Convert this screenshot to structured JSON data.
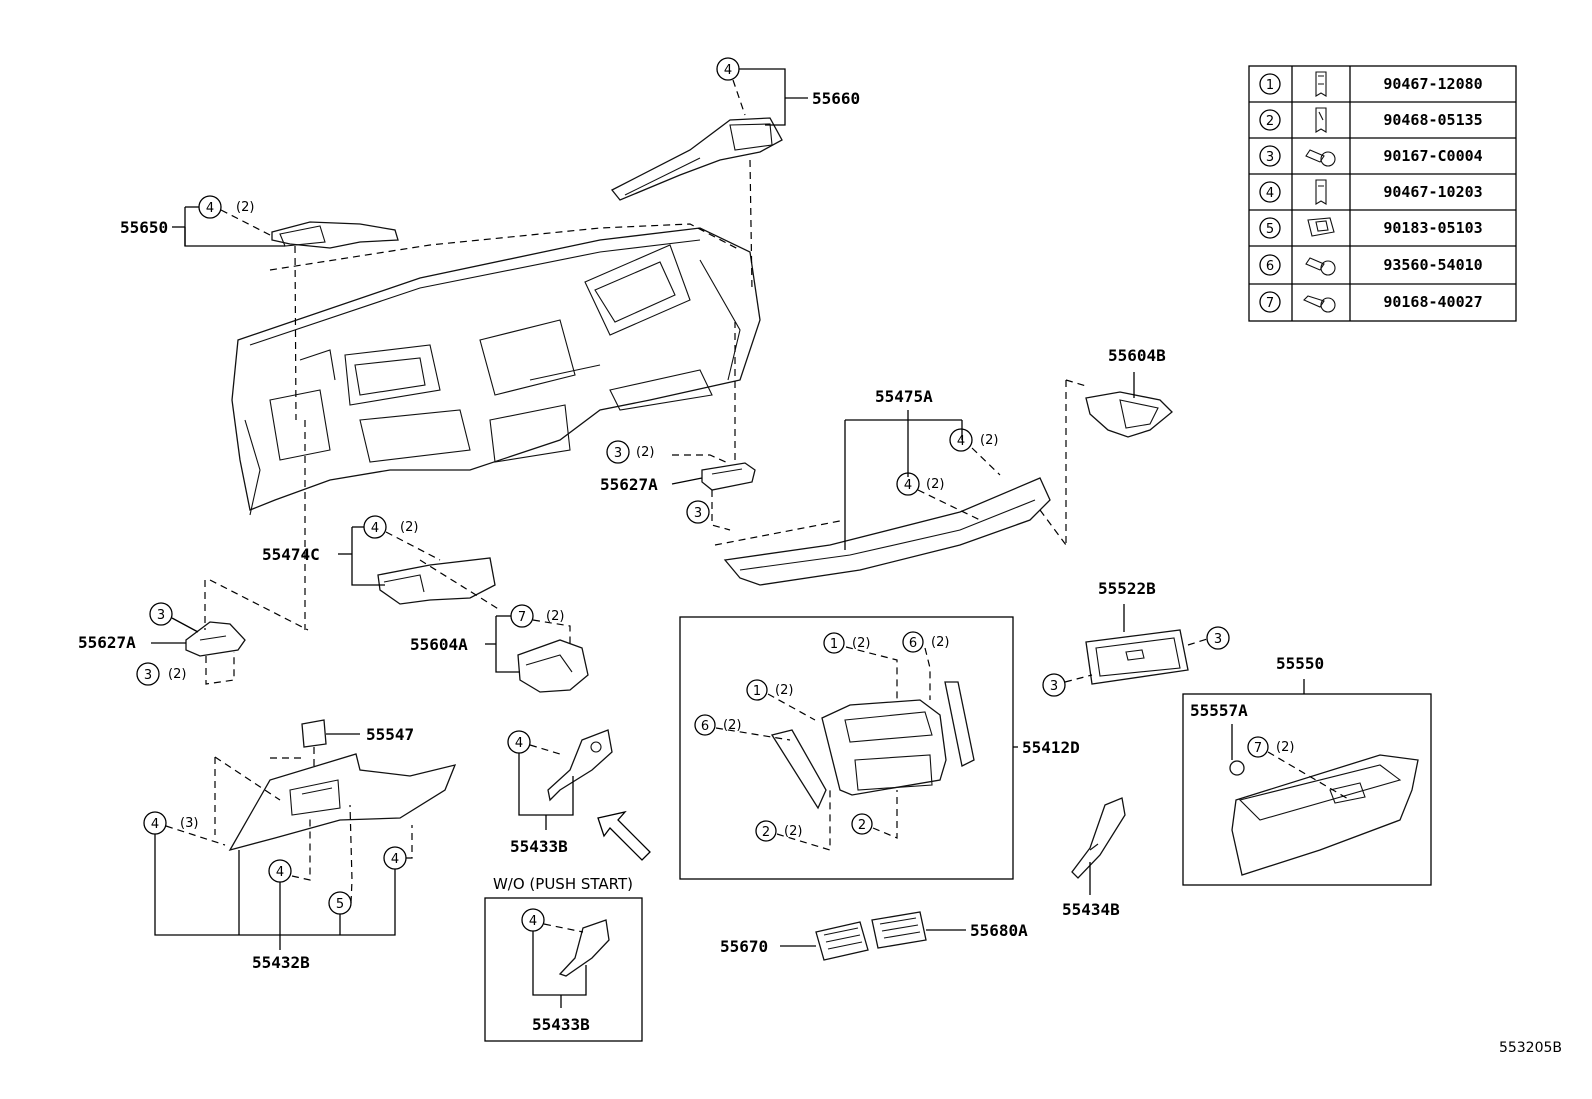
{
  "fastener_table": [
    {
      "circle": "1",
      "part": "90467-12080"
    },
    {
      "circle": "2",
      "part": "90468-05135"
    },
    {
      "circle": "3",
      "part": "90167-C0004"
    },
    {
      "circle": "4",
      "part": "90467-10203"
    },
    {
      "circle": "5",
      "part": "90183-05103"
    },
    {
      "circle": "6",
      "part": "93560-54010"
    },
    {
      "circle": "7",
      "part": "90168-40027"
    }
  ],
  "parts": {
    "p55660": "55660",
    "p55650": "55650",
    "p55604B": "55604B",
    "p55475A": "55475A",
    "p55627A_right": "55627A",
    "p55474C": "55474C",
    "p55627A_left": "55627A",
    "p55604A": "55604A",
    "p55522B": "55522B",
    "p55550": "55550",
    "p55557A": "55557A",
    "p55412D": "55412D",
    "p55547": "55547",
    "p55433B": "55433B",
    "p55433B_wo": "55433B",
    "p55432B": "55432B",
    "p55434B": "55434B",
    "p55670": "55670",
    "p55680A": "55680A"
  },
  "callouts": {
    "c1": "4",
    "c2": "4",
    "q2": "(2)",
    "c3": "3",
    "q3": "(2)",
    "c4": "3",
    "c5": "4",
    "q5": "(2)",
    "c6": "4",
    "q6": "(2)",
    "c7": "4",
    "q7": "(2)",
    "c8": "3",
    "c9": "3",
    "q9": "(2)",
    "c10": "7",
    "q10": "(2)",
    "c11": "1",
    "q11": "(2)",
    "c12": "6",
    "q12": "(2)",
    "c13": "1",
    "q13": "(2)",
    "c14": "6",
    "q14": "(2)",
    "c15": "2",
    "q15": "(2)",
    "c16": "2",
    "c17": "3",
    "c18": "3",
    "c19": "7",
    "q19": "(2)",
    "c20": "4",
    "c21": "4",
    "q21": "(3)",
    "c22": "4",
    "c23": "5",
    "c24": "4",
    "c25": "4"
  },
  "wo_label": "W/O (PUSH START)",
  "diagram_ref": "553205B"
}
